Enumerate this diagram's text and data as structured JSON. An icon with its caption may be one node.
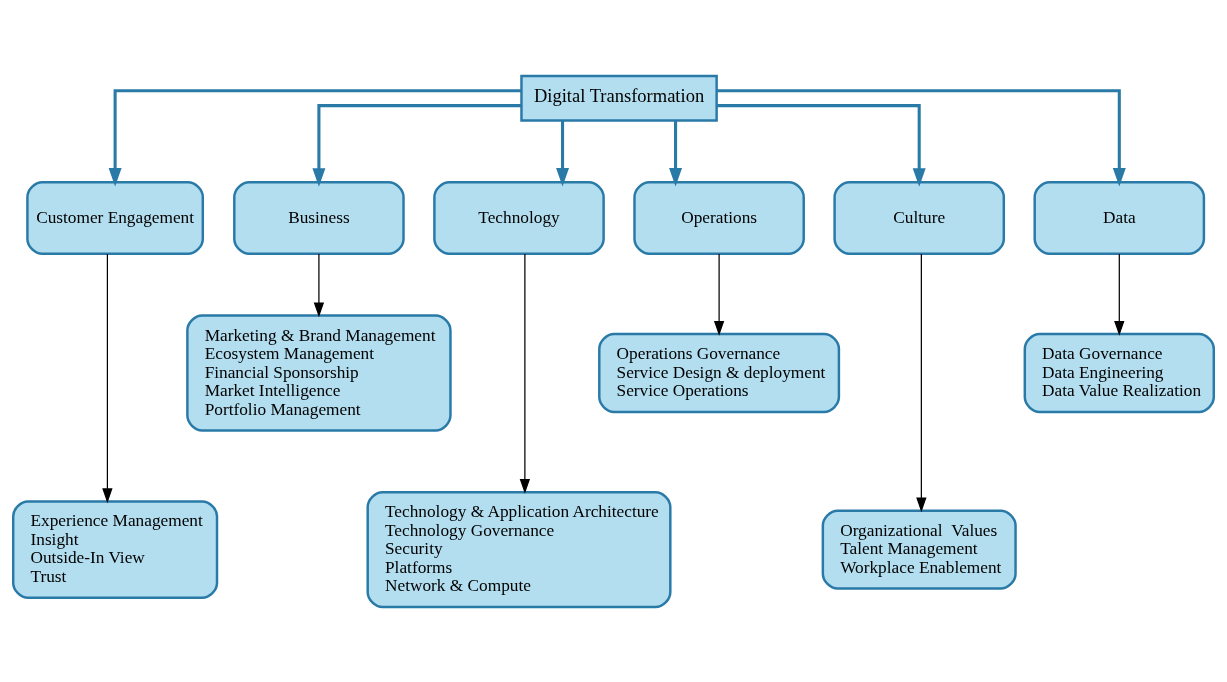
{
  "diagram": {
    "nodes": [
      {
        "text": [
          "Digital Transformation"
        ]
      },
      {
        "text": [
          "Customer Engagement"
        ]
      },
      {
        "text": [
          "Business"
        ]
      },
      {
        "text": [
          "Technology"
        ]
      },
      {
        "text": [
          "Operations"
        ]
      },
      {
        "text": [
          "Culture"
        ]
      },
      {
        "text": [
          "Data"
        ]
      },
      {
        "text": [
          "Experience Management",
          "Insight",
          "Outside-In View",
          "Trust"
        ]
      },
      {
        "text": [
          "Marketing & Brand Management",
          "Ecosystem Management",
          "Financial Sponsorship",
          "Market Intelligence",
          "Portfolio Management"
        ]
      },
      {
        "text": [
          "Technology & Application Architecture",
          "Technology Governance",
          "Security",
          "Platforms",
          "Network & Compute"
        ]
      },
      {
        "text": [
          "Operations Governance",
          "Service Design & deployment",
          "Service Operations"
        ]
      },
      {
        "text": [
          "Organizational  Values",
          "Talent Management",
          "Workplace Enablement"
        ]
      },
      {
        "text": [
          "Data Governance",
          "Data Engineering",
          "Data Value Realization"
        ]
      }
    ],
    "edges": [
      {
        "from": 0,
        "to": 1,
        "arrow": "to",
        "style": "thick",
        "color": "#2a7aa8"
      },
      {
        "from": 0,
        "to": 2,
        "arrow": "to",
        "style": "thick",
        "color": "#2a7aa8"
      },
      {
        "from": 0,
        "to": 3,
        "arrow": "to",
        "style": "thick",
        "color": "#2a7aa8"
      },
      {
        "from": 0,
        "to": 4,
        "arrow": "to",
        "style": "thick",
        "color": "#2a7aa8"
      },
      {
        "from": 0,
        "to": 5,
        "arrow": "to",
        "style": "thick",
        "color": "#2a7aa8"
      },
      {
        "from": 0,
        "to": 6,
        "arrow": "to",
        "style": "thick",
        "color": "#2a7aa8"
      },
      {
        "from": 1,
        "to": 7,
        "arrow": "to",
        "color": "#000000"
      },
      {
        "from": 2,
        "to": 8,
        "arrow": "to",
        "color": "#000000"
      },
      {
        "from": 3,
        "to": 9,
        "arrow": "to",
        "color": "#000000"
      },
      {
        "from": 4,
        "to": 10,
        "arrow": "to",
        "color": "#000000"
      },
      {
        "from": 5,
        "to": 11,
        "arrow": "to",
        "color": "#000000"
      },
      {
        "from": 6,
        "to": 12,
        "arrow": "to",
        "color": "#000000"
      }
    ]
  }
}
